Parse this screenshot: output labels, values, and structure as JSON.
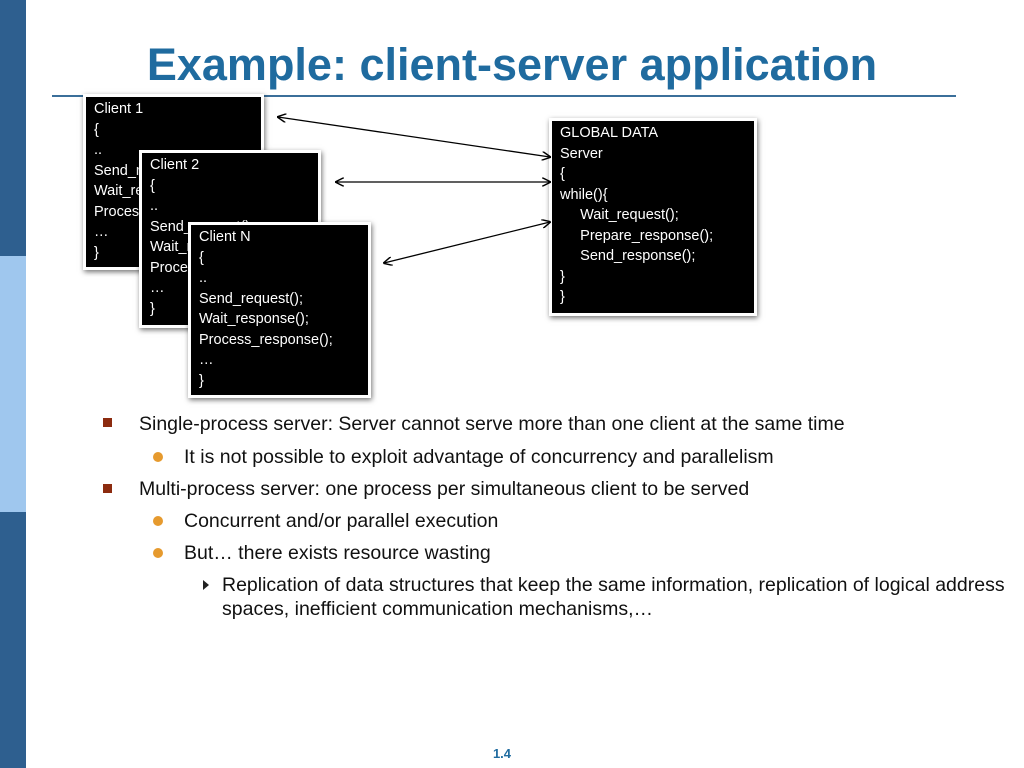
{
  "slide": {
    "title": "Example: client-server application",
    "page_number": "1.4"
  },
  "diagram": {
    "client1": [
      "Client 1",
      "{",
      "..",
      "Send_request();",
      "Wait_response();",
      "Process_response();",
      "…",
      "}"
    ],
    "client2": [
      "Client 2",
      "{",
      "..",
      "Send_request();",
      "Wait_response();",
      "Process_response();",
      "…",
      "}"
    ],
    "clientN": [
      "Client N",
      "{",
      "..",
      "Send_request();",
      "Wait_response();",
      "Process_response();",
      "…",
      "}"
    ],
    "server": [
      "GLOBAL DATA",
      "Server",
      "{",
      "while(){",
      "     Wait_request();",
      "     Prepare_response();",
      "     Send_response();",
      "}",
      "}"
    ]
  },
  "bullets": {
    "b1": "Single-process server: Server cannot serve more than one client at the same time",
    "b1_sub1": "It is not possible to exploit advantage of concurrency and parallelism",
    "b2": "Multi-process server: one process per simultaneous client to be served",
    "b2_sub1": "Concurrent and/or parallel execution",
    "b2_sub2": "But… there exists resource wasting",
    "b2_sub2_sub1": "Replication of data structures that keep the same information, replication of logical address spaces, inefficient communication mechanisms,…"
  },
  "colors": {
    "title": "#1f6b9f",
    "sidebar_dark": "#2e5f8f",
    "sidebar_light": "#9fc7ee",
    "bullet_square": "#8c2b0f",
    "bullet_dot": "#e69a2e"
  }
}
